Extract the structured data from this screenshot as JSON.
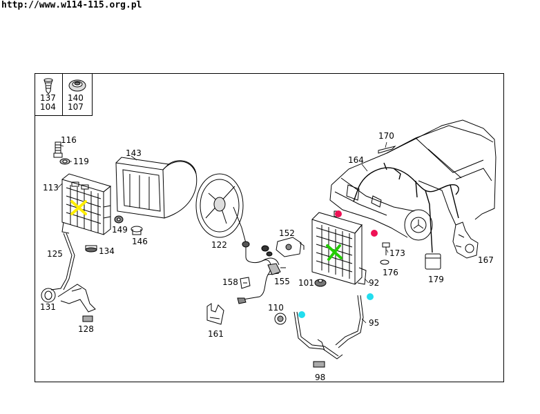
{
  "header": {
    "url": "http://www.w114-115.org.pl"
  },
  "legend": [
    {
      "top": "137",
      "bottom": "104"
    },
    {
      "top": "140",
      "bottom": "107"
    }
  ],
  "labels": {
    "l116": "116",
    "l119": "119",
    "l113": "113",
    "l143": "143",
    "l149": "149",
    "l146": "146",
    "l134": "134",
    "l125": "125",
    "l131": "131",
    "l128": "128",
    "l122": "122",
    "l152": "152",
    "l158": "158",
    "l155": "155",
    "l101": "101",
    "l92": "92",
    "l110": "110",
    "l161": "161",
    "l95": "95",
    "l98": "98",
    "l170": "170",
    "l164": "164",
    "l173": "173",
    "l176": "176",
    "l179": "179",
    "l167": "167"
  },
  "markers": {
    "yellow": "#ffee00",
    "green": "#22cc00",
    "pink": "#ee1155",
    "cyan": "#22ddee"
  }
}
